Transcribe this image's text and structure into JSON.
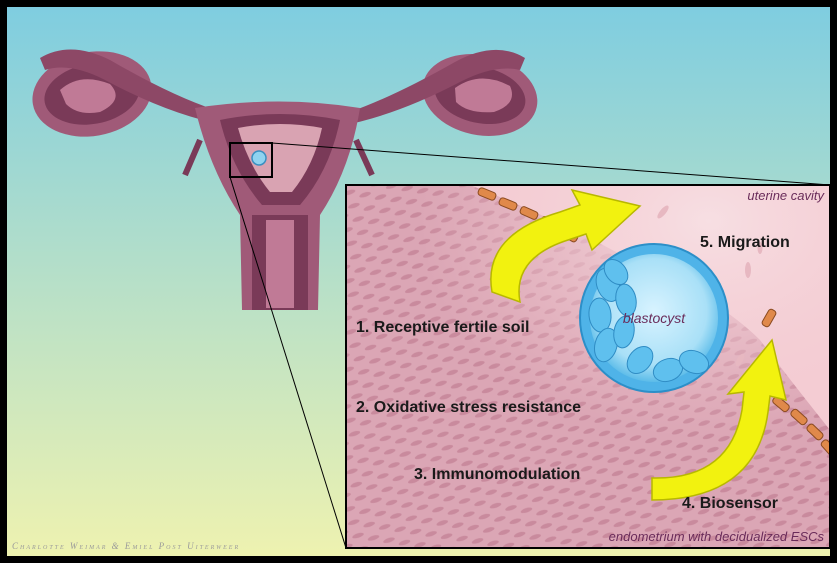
{
  "labels": {
    "uterine_cavity": "uterine cavity",
    "endometrium": "endometrium with decidualized ESCs",
    "blastocyst": "blastocyst",
    "step1": "1. Receptive fertile soil",
    "step2": "2. Oxidative stress resistance",
    "step3": "3. Immunomodulation",
    "step4": "4. Biosensor",
    "step5": "5. Migration"
  },
  "credit": "Charlotte Weimar & Emiel Post Uiterweer",
  "colors": {
    "background_top": "#7fcde0",
    "background_bottom": "#eef2b0",
    "uterus": "#a05a78",
    "uterus_dark": "#7a3a58",
    "tissue": "#d9a3b2",
    "blastocyst": "#4fb3e8",
    "arrow": "#f2f20f",
    "cells": "#e0894a"
  }
}
